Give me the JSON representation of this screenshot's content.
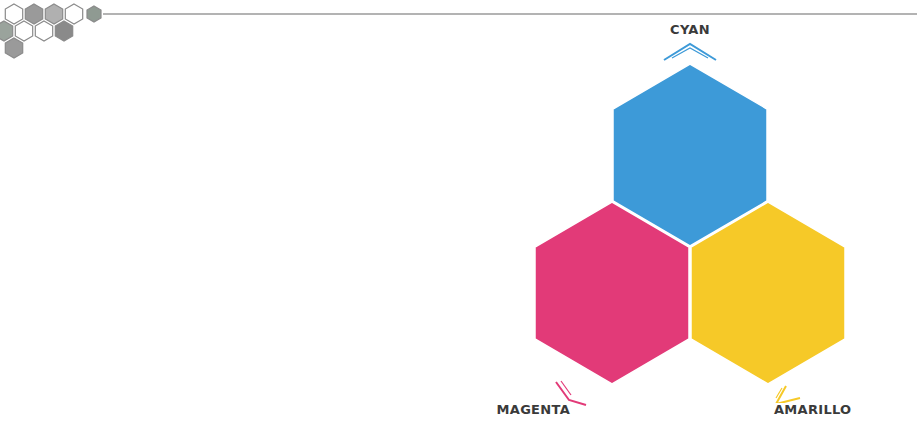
{
  "diagram": {
    "nodes": [
      {
        "text": [
          "CYAN"
        ]
      },
      {
        "text": [
          "MAGENTA"
        ]
      },
      {
        "text": [
          "AMARILLO"
        ]
      }
    ]
  }
}
